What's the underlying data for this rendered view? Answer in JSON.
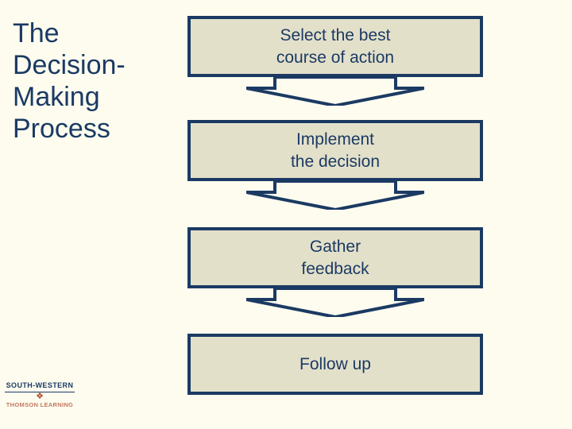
{
  "slide": {
    "background_color": "#fdfcef",
    "title": "The\nDecision-\nMaking\nProcess",
    "accent_color": "#1b3a63",
    "box_fill_color": "#e3e0ca"
  },
  "flow": {
    "steps": [
      {
        "label": "Select the best\ncourse of action"
      },
      {
        "label": "Implement\nthe decision"
      },
      {
        "label": "Gather\nfeedback"
      },
      {
        "label": "Follow up"
      }
    ],
    "arrows": [
      {
        "name": "down-arrow-1"
      },
      {
        "name": "down-arrow-2"
      },
      {
        "name": "down-arrow-3"
      }
    ]
  },
  "logo": {
    "line1": "SOUTH-WESTERN",
    "mark": "❖",
    "line2": "THOMSON LEARNING"
  }
}
